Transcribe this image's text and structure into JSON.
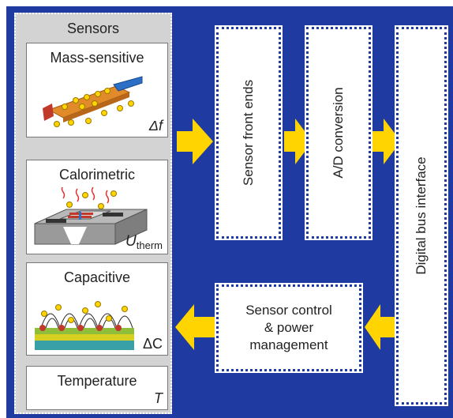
{
  "sensors_title": "Sensors",
  "cards": [
    {
      "label": "Mass-sensitive",
      "symbol": "Δf"
    },
    {
      "label": "Calorimetric",
      "symbol_main": "U",
      "symbol_sub": "therm"
    },
    {
      "label": "Capacitive",
      "symbol": "ΔC"
    },
    {
      "label": "Temperature",
      "symbol": "T"
    }
  ],
  "blocks": {
    "front_ends": "Sensor front ends",
    "ad_conversion": "A/D conversion",
    "bus_interface": "Digital bus interface",
    "control_line1": "Sensor control",
    "control_line2": "& power",
    "control_line3": "management"
  },
  "colors": {
    "background": "#1f3aa0",
    "arrow": "#ffd400",
    "panel": "#d3d3d3"
  }
}
